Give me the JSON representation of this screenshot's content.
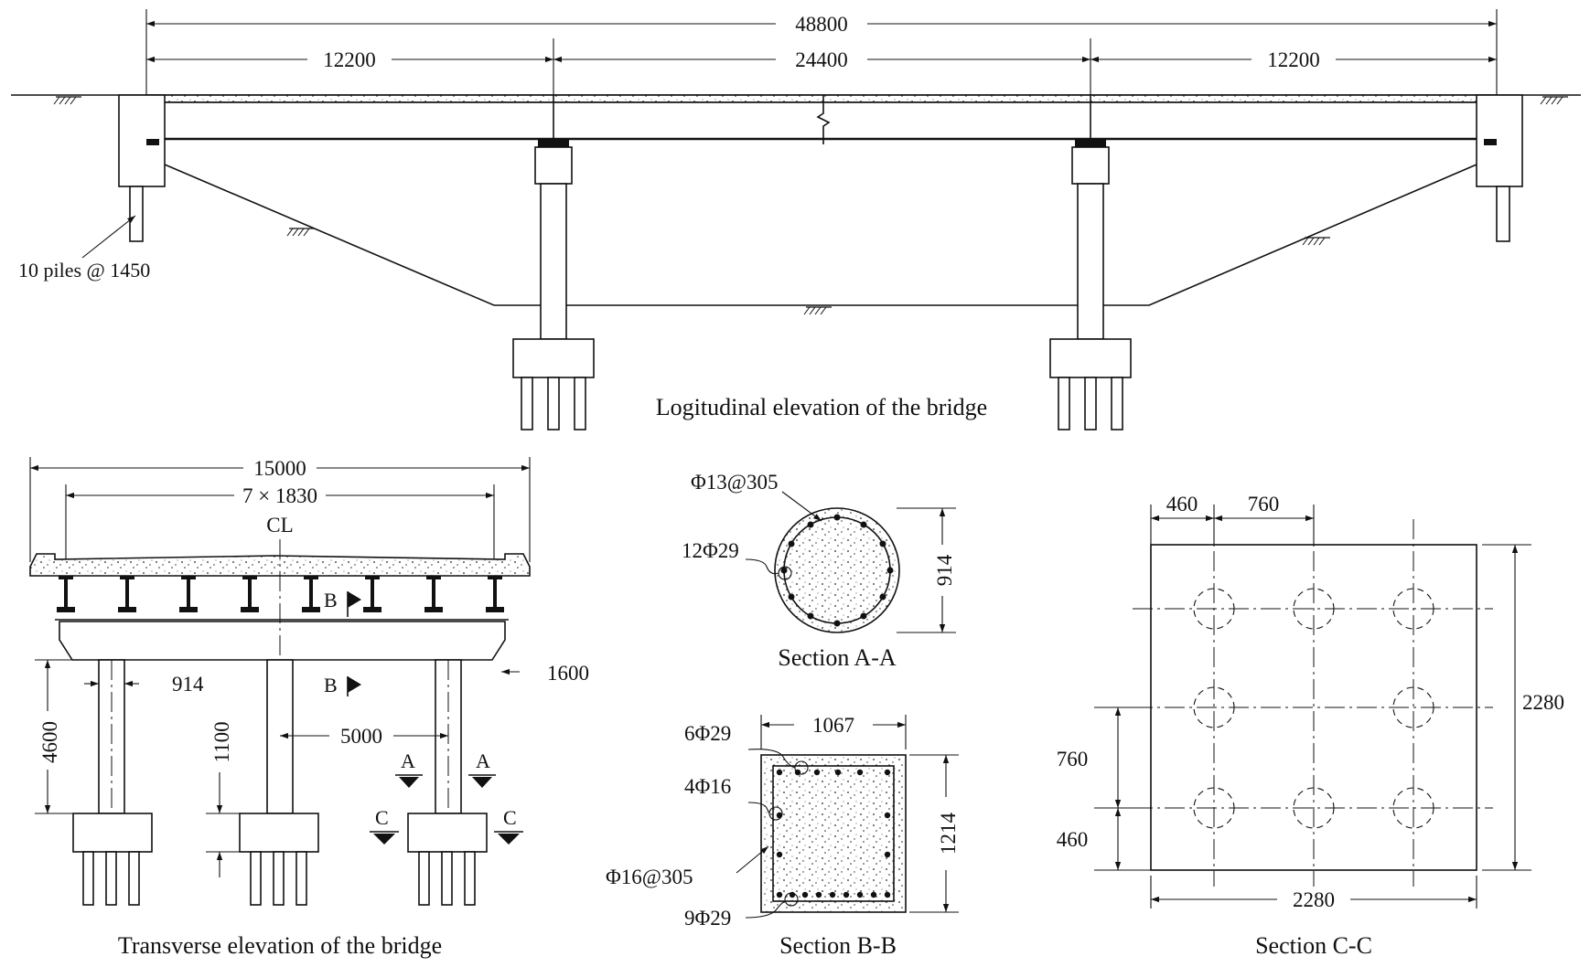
{
  "longitudinal": {
    "caption": "Logitudinal elevation of the bridge",
    "total": "48800",
    "spans": [
      "12200",
      "24400",
      "12200"
    ],
    "pile_note": "10 piles @ 1450"
  },
  "transverse": {
    "caption": "Transverse elevation of the bridge",
    "width": "15000",
    "girder_spacing": "7 × 1830",
    "centerline": "CL",
    "column_dia": "914",
    "cap_overhang": "1600",
    "column_height": "4600",
    "footing_depth": "1100",
    "column_spacing": "5000",
    "cut_b": "B",
    "cut_a": "A",
    "cut_c": "C"
  },
  "section_aa": {
    "caption": "Section A-A",
    "spiral": "Φ13@305",
    "long_bars": "12Φ29",
    "diameter": "914"
  },
  "section_bb": {
    "caption": "Section B-B",
    "width": "1067",
    "height": "1214",
    "top_bars": "6Φ29",
    "side_bars": "4Φ16",
    "stirrups": "Φ16@305",
    "bottom_bars": "9Φ29"
  },
  "section_cc": {
    "caption": "Section C-C",
    "offset": "460",
    "spacing": "760",
    "width": "2280",
    "height": "2280",
    "offset_v": "460",
    "spacing_v": "760"
  }
}
